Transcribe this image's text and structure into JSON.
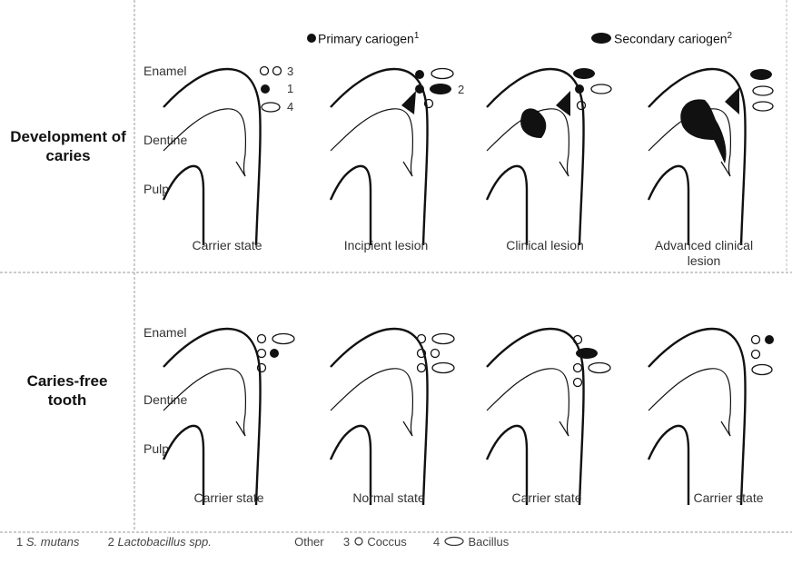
{
  "legend": {
    "primary": {
      "label": "Primary cariogen",
      "sup": "1"
    },
    "secondary": {
      "label": "Secondary cariogen",
      "sup": "2"
    }
  },
  "rows": {
    "development": {
      "title": "Development of caries",
      "tissue_labels": {
        "enamel": "Enamel",
        "dentine": "Dentine",
        "pulp": "Pulp"
      },
      "stages": [
        "Carrier state",
        "Incipient lesion",
        "Clinical lesion",
        "Advanced clinical lesion"
      ],
      "key_numbers": [
        "3",
        "1",
        "4",
        "2"
      ]
    },
    "caries_free": {
      "title": "Caries-free tooth",
      "tissue_labels": {
        "enamel": "Enamel",
        "dentine": "Dentine",
        "pulp": "Pulp"
      },
      "stages": [
        "Carrier state",
        "Normal state",
        "Carrier state",
        "Carrier state"
      ]
    }
  },
  "footer": {
    "note1_num": "1",
    "note1_text": "S. mutans",
    "note2_num": "2",
    "note2_text": "Lactobacillus spp.",
    "other": "Other",
    "coccus_num": "3",
    "coccus": "Coccus",
    "bacillus_num": "4",
    "bacillus": "Bacillus"
  },
  "colors": {
    "ink": "#111111",
    "line": "#888888",
    "background": "#ffffff"
  }
}
